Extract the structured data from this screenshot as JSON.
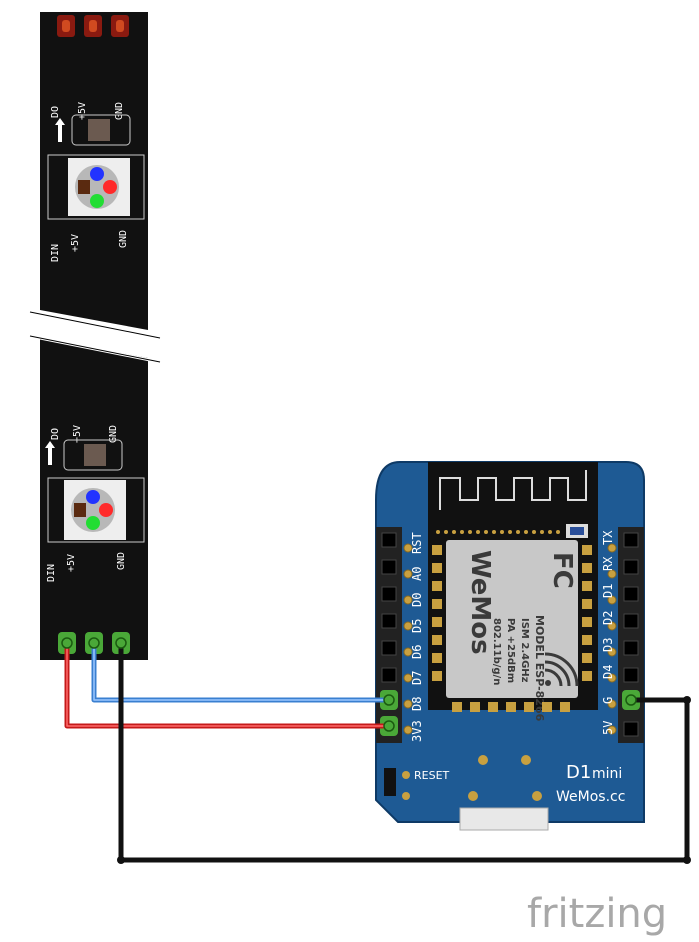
{
  "strip": {
    "labels": {
      "do": "DO",
      "v5_top": "+5V",
      "gnd_top": "GND",
      "din": "DIN",
      "v5_bottom": "+5V",
      "gnd_bottom": "GND"
    },
    "led_colors": {
      "red": "#ff2a2a",
      "green": "#22dd33",
      "blue": "#2233ff"
    }
  },
  "board": {
    "left_pins": [
      "RST",
      "A0",
      "D0",
      "D5",
      "D6",
      "D7",
      "D8",
      "3V3"
    ],
    "right_pins": [
      "TX",
      "RX",
      "D1",
      "D2",
      "D3",
      "D4",
      "G",
      "5V"
    ],
    "reset_label": "RESET",
    "title_main": "D1",
    "title_sub": "mini",
    "brand": "WeMos.cc",
    "module": {
      "line1": "MODEL  ESP-8266",
      "line2": "ISM 2.4GHz",
      "line3": "PA +25dBm",
      "line4": "802.11b/g/n",
      "logo": "WeMos",
      "fcc": "FC"
    },
    "color": "#1e5a94"
  },
  "wires": {
    "red": "#c41a1a",
    "blue": "#3a7fd0",
    "black": "#111111"
  },
  "watermark": "fritzing"
}
